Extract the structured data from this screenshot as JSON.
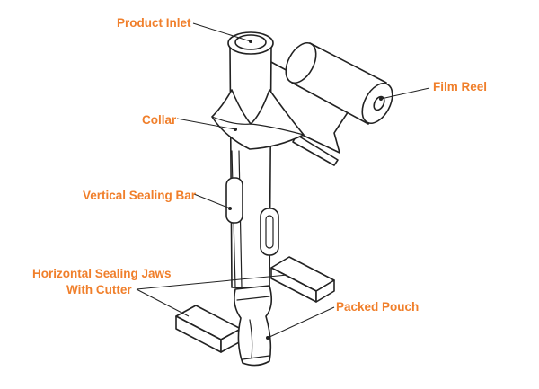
{
  "labels": {
    "product_inlet": "Product Inlet",
    "film_reel": "Film Reel",
    "collar": "Collar",
    "vertical_sealing_bar": "Vertical Sealing Bar",
    "horizontal_jaws_line1": "Horizontal Sealing Jaws",
    "horizontal_jaws_line2": "With Cutter",
    "packed_pouch": "Packed Pouch"
  },
  "colors": {
    "label": "#f07f2b",
    "line": "#222222",
    "background": "#ffffff"
  }
}
